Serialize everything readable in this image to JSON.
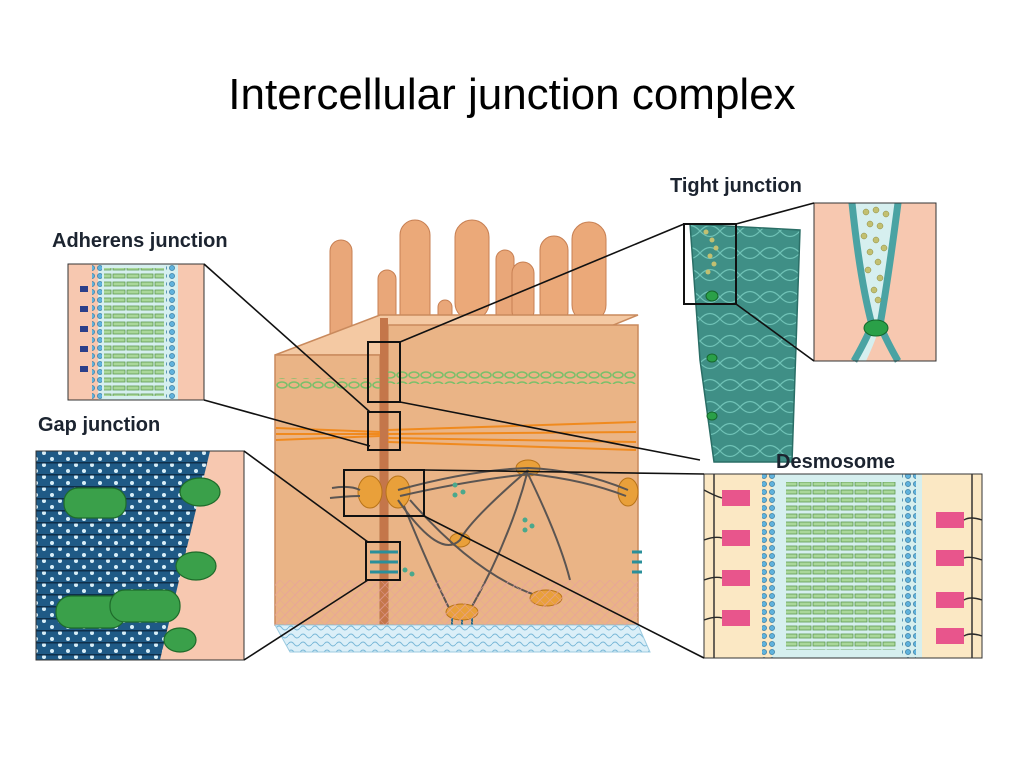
{
  "slide": {
    "title": "Intercellular junction complex"
  },
  "labels": {
    "adherens": "Adherens junction",
    "gap": "Gap junction",
    "tight": "Tight junction",
    "desmosome": "Desmosome"
  },
  "colors": {
    "cell": "#eab486",
    "cell_top": "#f4c9a3",
    "basement": "#c8e6f2",
    "tight_protein": "#3a9a8e",
    "cadherin": "#7bbf6a",
    "plaque": "#e9a03a",
    "membrane_blue": "#4aa3cf",
    "dark_blue": "#1d4f7a",
    "connexon": "#2e9d3e",
    "peach_bg": "#f7c8b0",
    "desmo_bg": "#d6efef",
    "desmo_pink": "#e8558c"
  }
}
